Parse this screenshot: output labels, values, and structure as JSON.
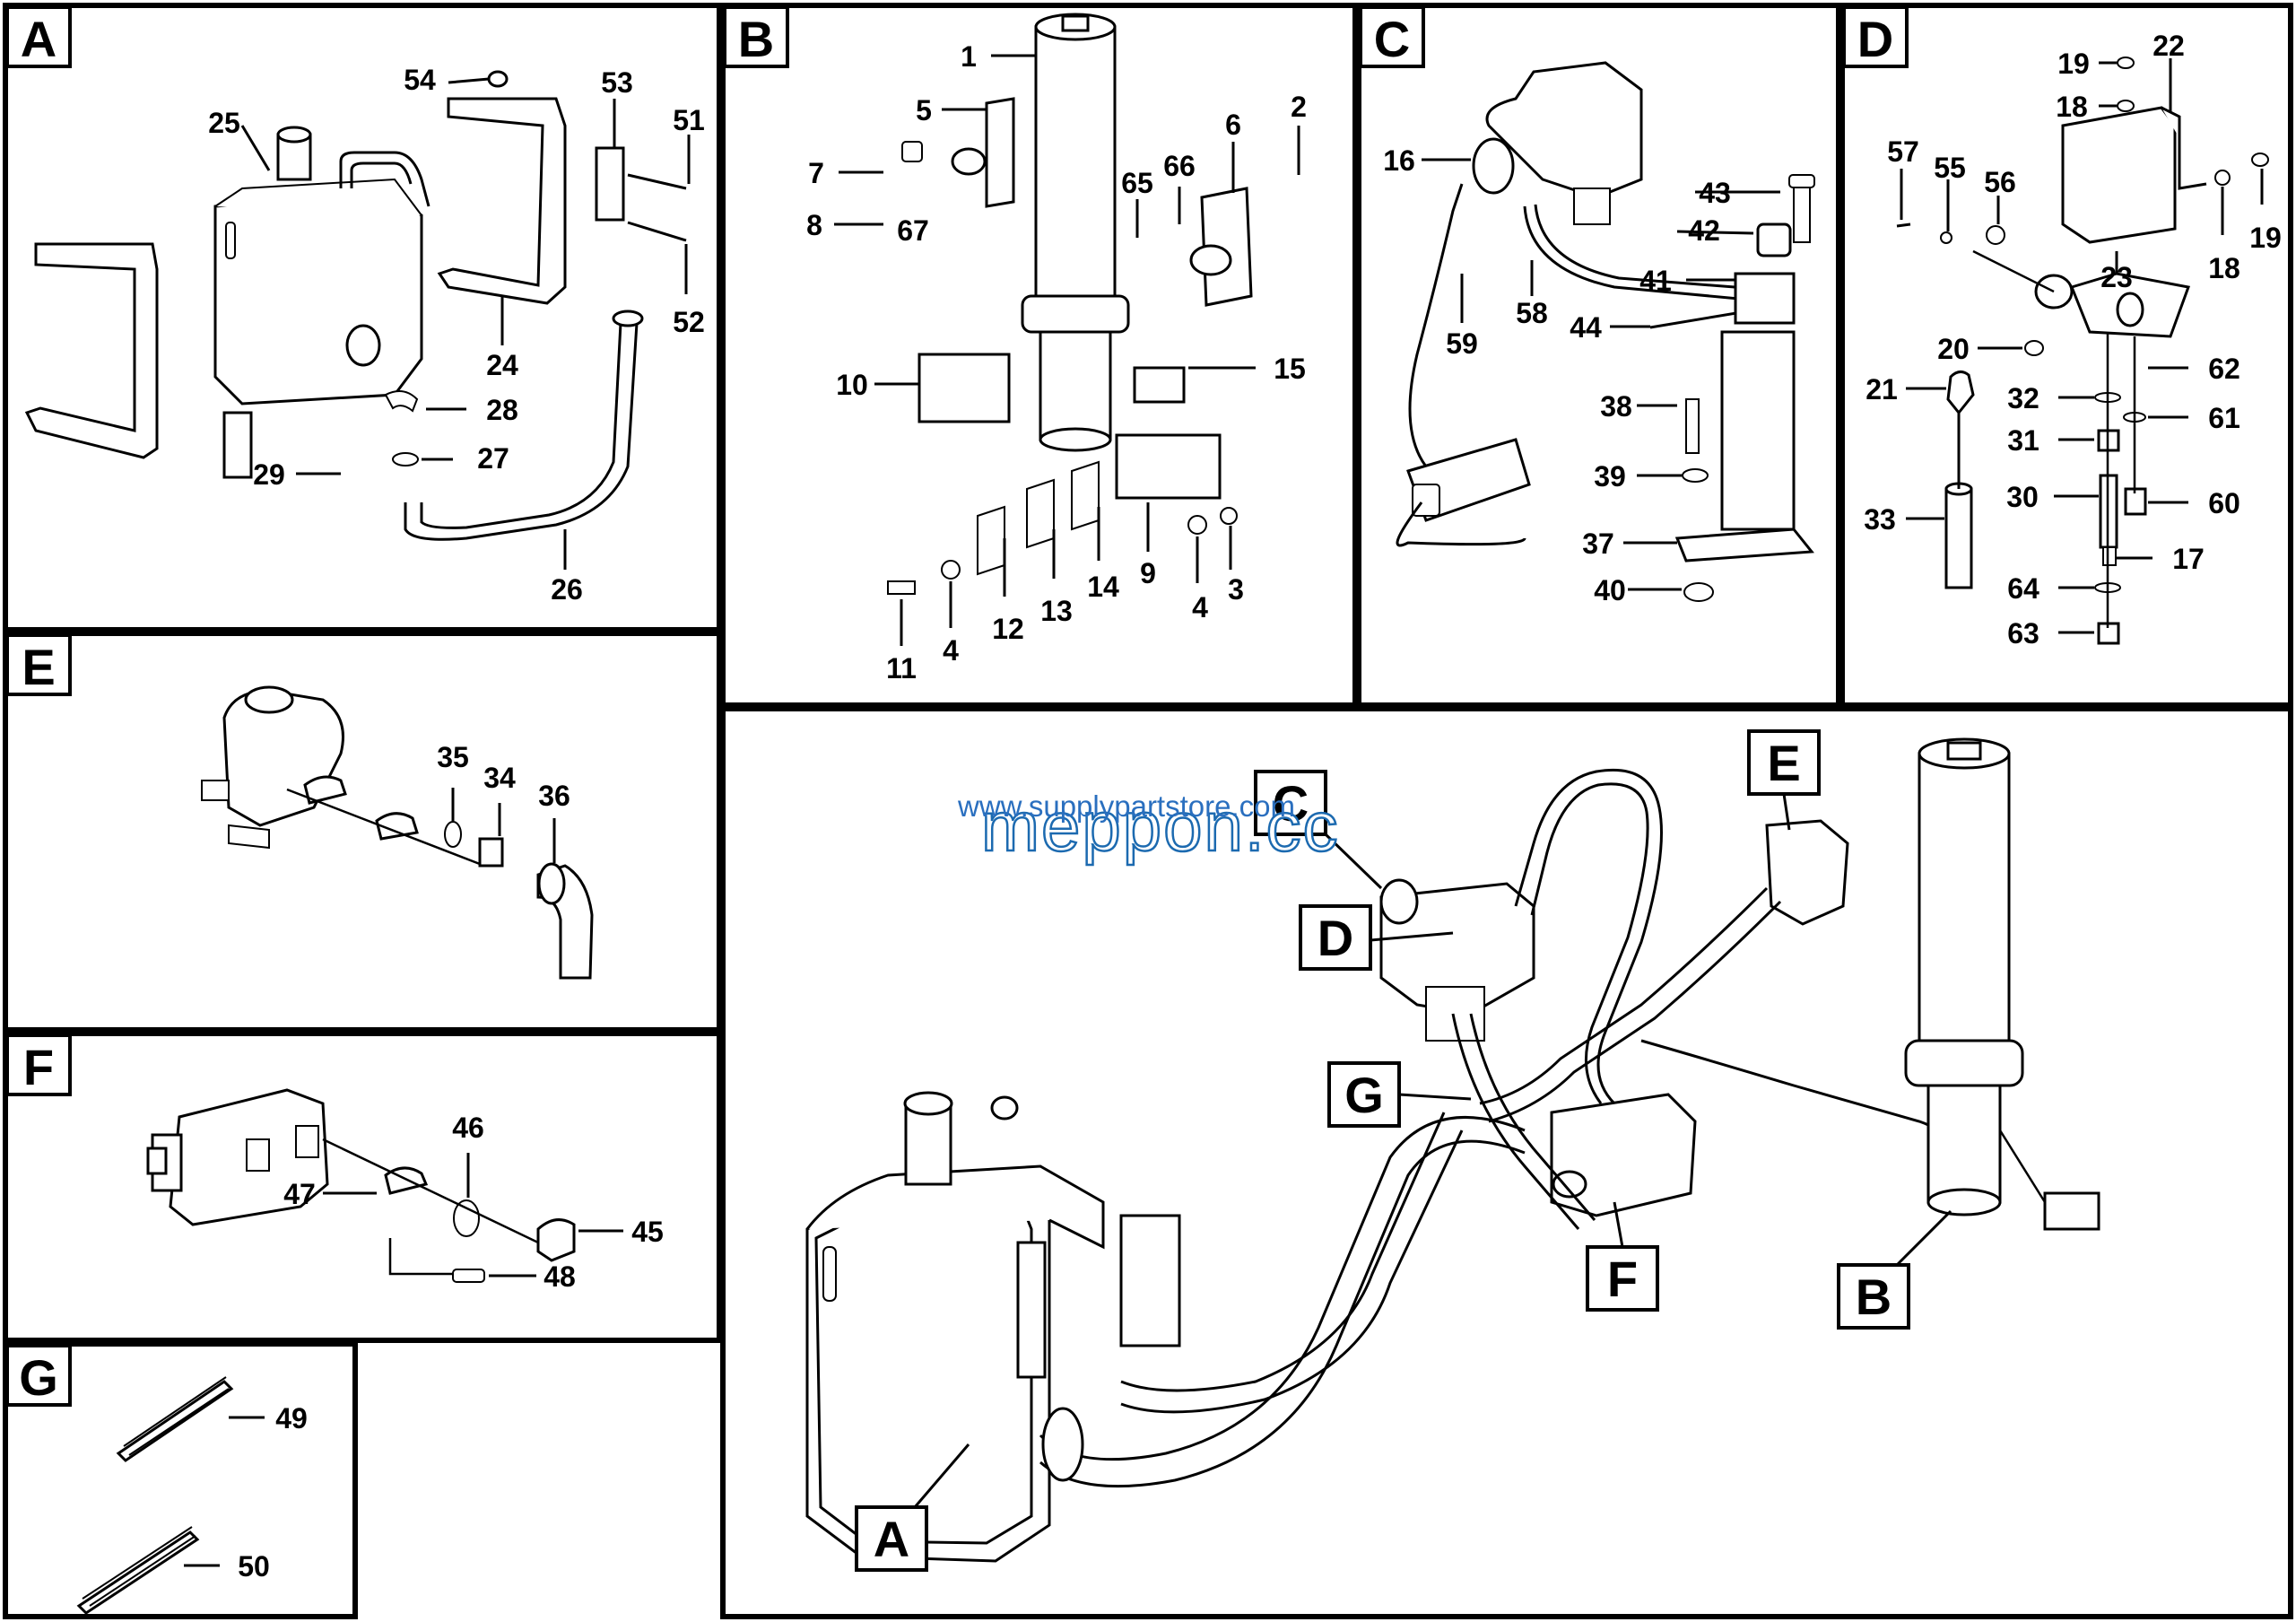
{
  "panels": {
    "A": "A",
    "B": "B",
    "C": "C",
    "D": "D",
    "E": "E",
    "F": "F",
    "G": "G"
  },
  "callouts": {
    "a": [
      "54",
      "53",
      "51",
      "25",
      "24",
      "52",
      "28",
      "27",
      "29",
      "26"
    ],
    "b": [
      "1",
      "5",
      "7",
      "8",
      "67",
      "6",
      "2",
      "65",
      "66",
      "10",
      "15",
      "9",
      "11",
      "4",
      "12",
      "13",
      "14",
      "4",
      "3"
    ],
    "c": [
      "16",
      "43",
      "42",
      "41",
      "59",
      "58",
      "44",
      "38",
      "39",
      "37",
      "40"
    ],
    "d": [
      "19",
      "22",
      "18",
      "57",
      "55",
      "56",
      "19",
      "18",
      "23",
      "20",
      "62",
      "21",
      "32",
      "61",
      "31",
      "33",
      "30",
      "60",
      "17",
      "64",
      "63"
    ],
    "e": [
      "35",
      "34",
      "36"
    ],
    "f": [
      "46",
      "47",
      "45",
      "48"
    ],
    "g": [
      "49",
      "50"
    ]
  },
  "overview_tags": [
    "C",
    "E",
    "D",
    "G",
    "F",
    "B",
    "A"
  ],
  "watermark": {
    "large": "meppon.cc",
    "small": "www.supplypartstore.com"
  },
  "colors": {
    "line": "#000000",
    "background": "#ffffff",
    "watermark": "#1c6ab0"
  }
}
